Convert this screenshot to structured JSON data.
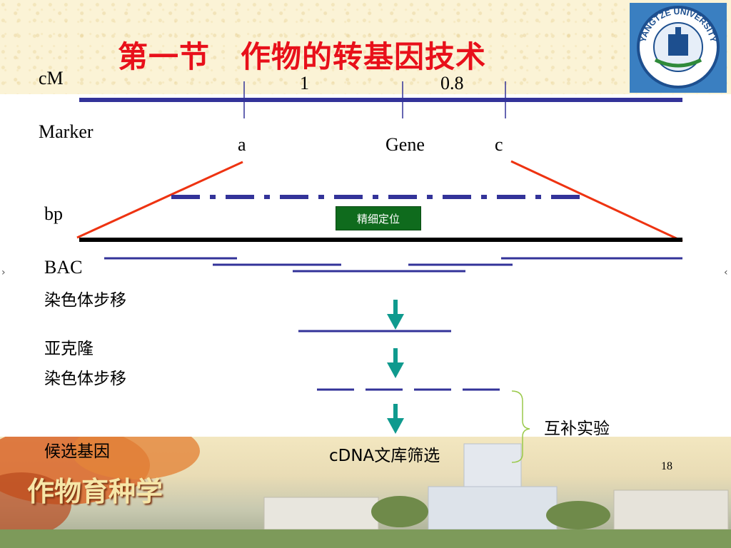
{
  "title": "第一节　作物的转基因技术",
  "labels": {
    "cm": "cM",
    "dist1": "1",
    "dist2": "0.8",
    "marker": "Marker",
    "marker_a": "a",
    "gene": "Gene",
    "marker_c": "c",
    "bp": "bp",
    "fine_mapping": "精细定位",
    "bac": "BAC"
  },
  "steps": {
    "walk1": "染色体步移",
    "subclone": "亚克隆",
    "walk2": "染色体步移",
    "candidate": "候选基因",
    "complementation": "互补实验",
    "cdna": "cDNA文库筛选"
  },
  "page_number": "18",
  "footer": {
    "course_title": "作物育种学"
  },
  "logo": {
    "text": "YANGTZE UNIVERSITY"
  },
  "colors": {
    "title": "#e8101a",
    "map_line": "#333399",
    "zoom_lines": "#ee3311",
    "arrows": "#0f9a8e",
    "fine_mapping_box": "#0f6b1d"
  }
}
